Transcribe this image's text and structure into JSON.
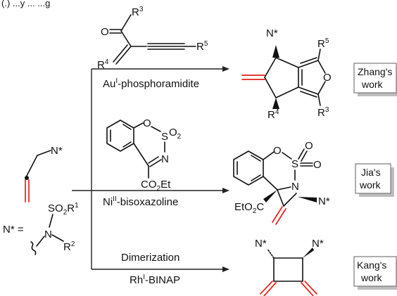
{
  "header": {
    "text": "(a) ... via allenamide cycloaddition strategies",
    "visible_fragment": "(.)   ...y  ...  ...g"
  },
  "substrates": {
    "allenamide_label": "N*",
    "definition_prefix": "N* =",
    "definition_groups": {
      "sulfonyl": "SO",
      "sulfonyl_sub": "2",
      "r1": "R",
      "r1_sup": "1",
      "n": "N",
      "r2": "R",
      "r2_sup": "2"
    },
    "enynone": {
      "o": "O",
      "r3": "R",
      "r3_sup": "3",
      "r4": "R",
      "r4_sup": "4",
      "r5": "R",
      "r5_sup": "5"
    },
    "imine": {
      "o": "O",
      "s": "S",
      "so2_sub": "O",
      "so2_num": "2",
      "n": "N",
      "ester": "CO",
      "ester_sub": "2",
      "ester_et": "Et"
    }
  },
  "reactions": [
    {
      "catalyst": {
        "prefix": "Au",
        "sup": "I",
        "suffix": "-phosphoramidite"
      },
      "citation": [
        "Zhang's",
        "work"
      ],
      "product": {
        "n_star": "N*",
        "r3": "R",
        "r3_sup": "3",
        "r4": "R",
        "r4_sup": "4",
        "r5": "R",
        "r5_sup": "5",
        "o": "O"
      }
    },
    {
      "catalyst": {
        "prefix": "Ni",
        "sup": "II",
        "suffix": "-bisoxazoline"
      },
      "citation": [
        "Jia's",
        "work"
      ],
      "product": {
        "o1": "O",
        "s": "S",
        "o2": "O",
        "o3": "O",
        "n": "N",
        "n_star": "N*",
        "ester": "EtO",
        "ester_sub": "2",
        "ester_c": "C"
      }
    },
    {
      "conditions_top": "Dimerization",
      "catalyst": {
        "prefix": "Rh",
        "sup": "I",
        "suffix": "-BINAP"
      },
      "citation": [
        "Kang's",
        "work"
      ],
      "product": {
        "n_star_left": "N*",
        "n_star_right": "N*"
      }
    }
  ],
  "colors": {
    "bond": "#111111",
    "highlight": "#e2231a",
    "box_border": "#777777",
    "box_shadow": "#bdbdbd"
  }
}
